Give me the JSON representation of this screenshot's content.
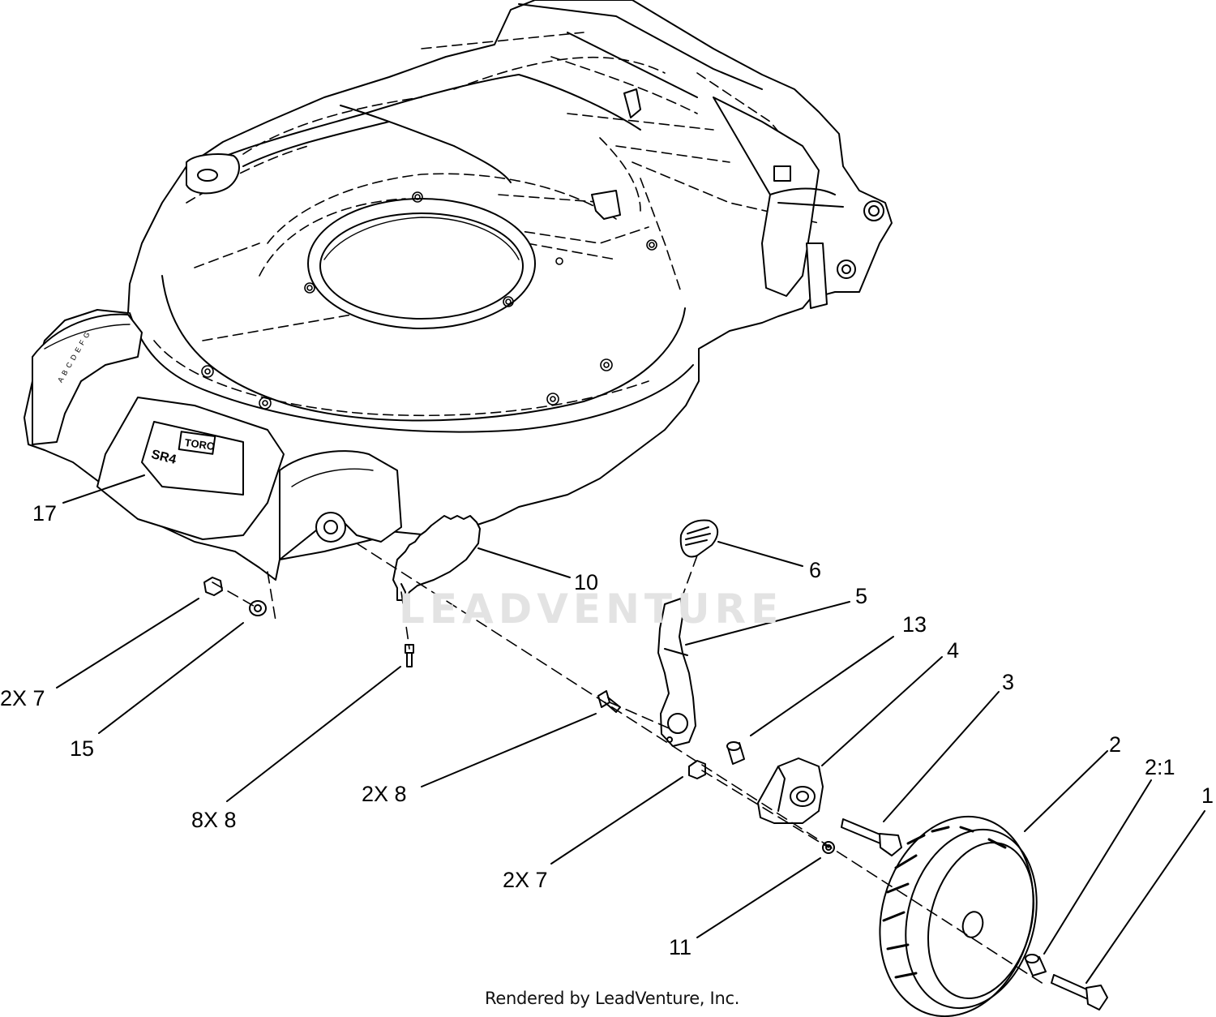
{
  "callouts": {
    "p17": "17",
    "p10": "10",
    "p6": "6",
    "p5": "5",
    "p13": "13",
    "p4": "4",
    "p3": "3",
    "p2": "2",
    "p2_1": "2:1",
    "p1": "1",
    "p2x7_a": "2X 7",
    "p15": "15",
    "p8x8": "8X 8",
    "p2x8": "2X 8",
    "p2x7_b": "2X 7",
    "p11": "11"
  },
  "watermark": "LEADVENTURE",
  "footer": "Rendered by LeadVenture, Inc.",
  "deck_texts": {
    "logo": "TORO",
    "model": "SR4",
    "height_marks": "A B C D E F G"
  }
}
